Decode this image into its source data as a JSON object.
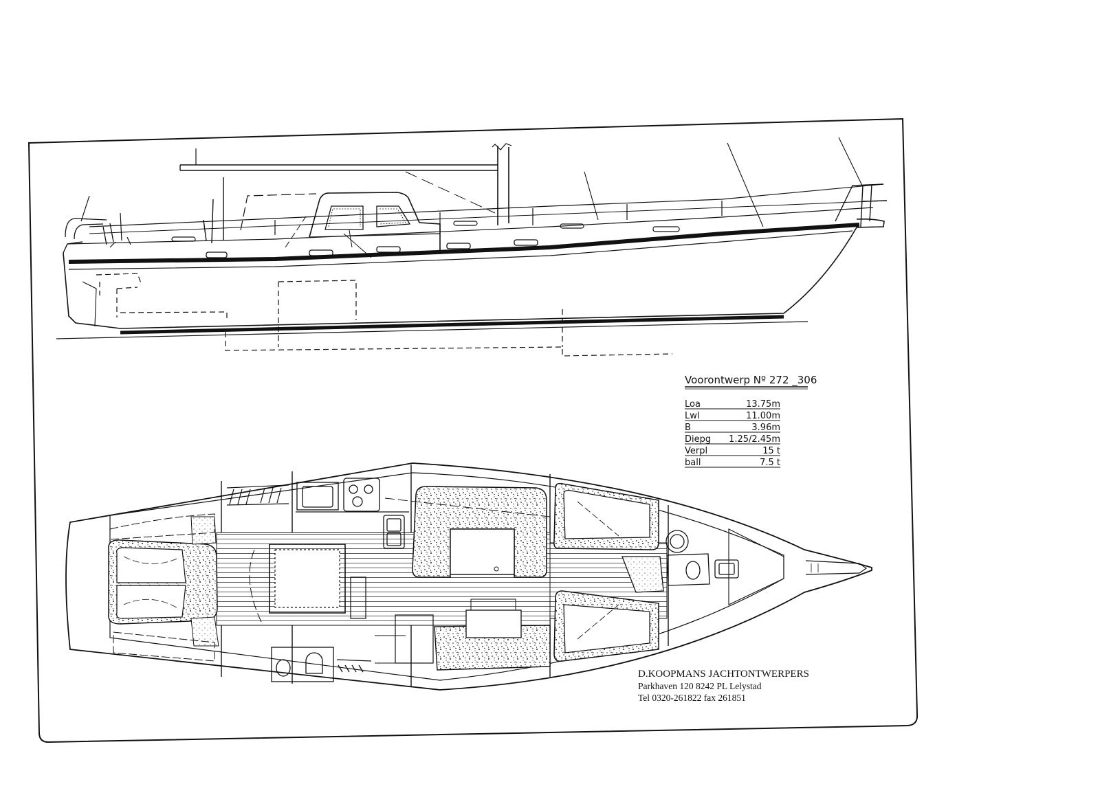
{
  "spec_table": {
    "title": "Voorontwerp Nº 272 _306",
    "rows": [
      {
        "label": "Loa",
        "value": "13.75m"
      },
      {
        "label": "Lwl",
        "value": "11.00m"
      },
      {
        "label": "B",
        "value": "3.96m"
      },
      {
        "label": "Diepg",
        "value": "1.25/2.45m"
      },
      {
        "label": "Verpl",
        "value": "15 t"
      },
      {
        "label": "ball",
        "value": "7.5 t"
      }
    ]
  },
  "designer": {
    "name": "D.KOOPMANS JACHTONTWERPERS",
    "address": "Parkhaven 120 8242 PL Lelystad",
    "contact": "Tel 0320-261822 fax 261851"
  }
}
